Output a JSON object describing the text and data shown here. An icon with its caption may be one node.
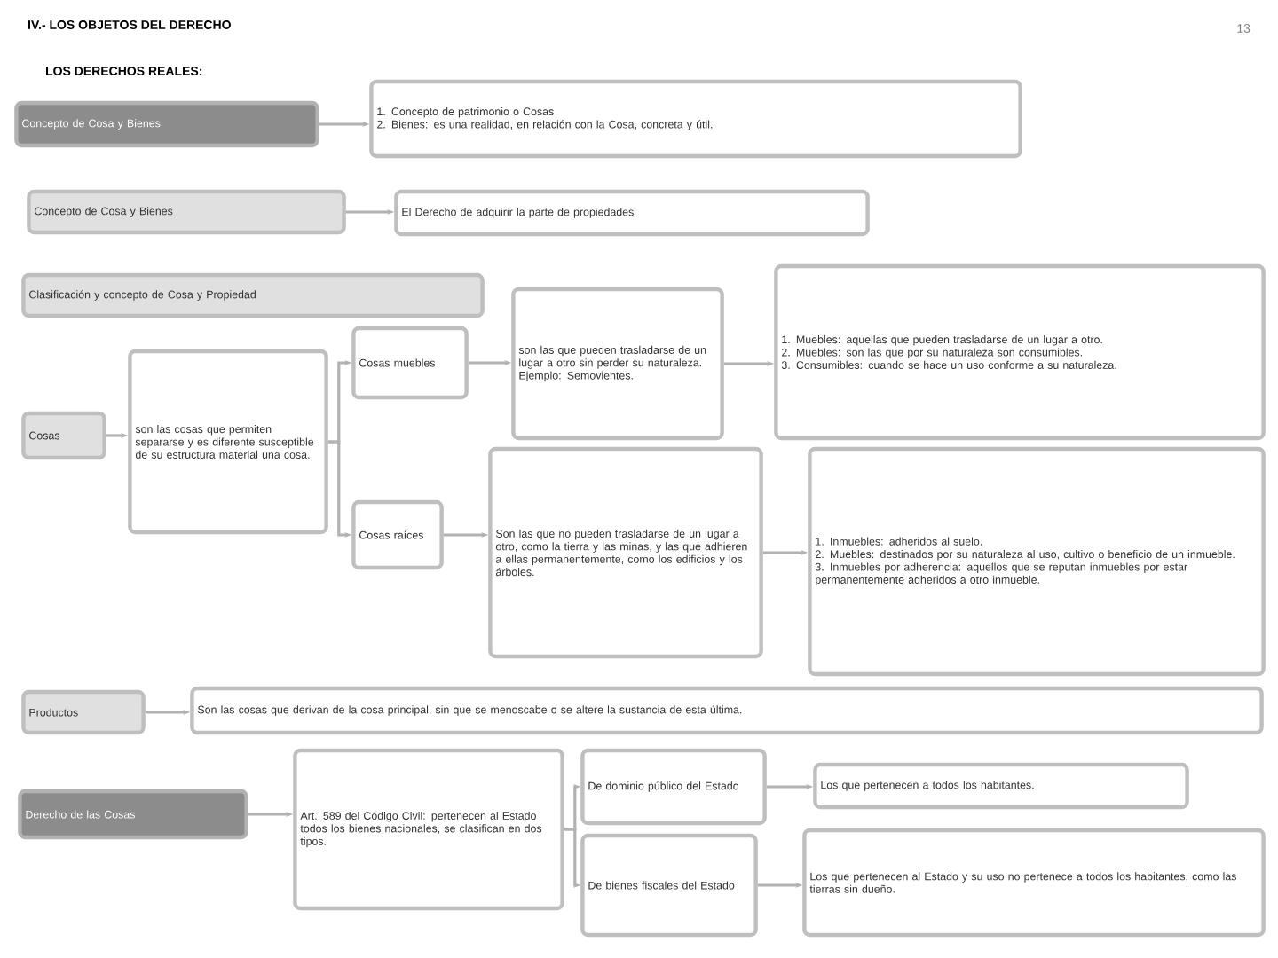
{
  "diagram": {
    "title": "IV.- LOS OBJETOS DEL DERECHO",
    "nodes": [
      {
        "text": [
          "Concepto de Cosa y Bienes"
        ]
      },
      {
        "text": [
          "1. Concepto de patrimonio o Cosas",
          "2. Bienes: es una realidad, en relación con la Cosa, concreta y útil."
        ]
      },
      {
        "text": [
          "Concepto de Cosa y Bienes"
        ]
      },
      {
        "text": [
          "El Derecho de adquirir la parte de propiedades"
        ]
      },
      {
        "text": [
          "Clasificación y concepto de Cosa y Propiedad"
        ]
      },
      {
        "text": [
          "Cosas"
        ]
      },
      {
        "text": [
          "son las cosas que permiten separarse y es diferente susceptible de su estructura material una cosa."
        ]
      },
      {
        "text": [
          "Cosas muebles"
        ]
      },
      {
        "text": [
          "son las que pueden trasladarse de un lugar a otro sin perder su naturaleza. Ejemplo: Semovientes."
        ]
      },
      {
        "text": [
          "Cosas raíces"
        ]
      },
      {
        "text": [
          "1. Muebles: aquellas que pueden trasladarse de un lugar a otro.",
          "2. Muebles: son las que por su naturaleza son consumibles.",
          "3. Consumibles: cuando se hace un uso conforme a su naturaleza."
        ]
      },
      {
        "text": [
          "Son las que no pueden trasladarse de un lugar a otro, como la tierra y las minas, y las que adhieren a ellas permanentemente, como los edificios y los árboles."
        ]
      },
      {
        "text": [
          "1. Inmuebles: adheridos al suelo.",
          "2. Muebles: destinados por su naturaleza al uso, cultivo o beneficio de un inmueble.",
          "3. Inmuebles por adherencia: aquellos que se reputan inmuebles por estar permanentemente adheridos a otro inmueble."
        ]
      },
      {
        "text": [
          "Productos"
        ]
      },
      {
        "text": [
          "Son las cosas que derivan de la cosa principal, sin que se menoscabe o se altere la sustancia de esta última."
        ]
      },
      {
        "text": [
          "Derecho de las Cosas"
        ]
      },
      {
        "text": [
          "Art. 589 del Código Civil: pertenecen al Estado todos los bienes nacionales, se clasifican en dos tipos."
        ]
      },
      {
        "text": [
          "De dominio público del Estado"
        ]
      },
      {
        "text": [
          "Los que pertenecen a todos los habitantes."
        ]
      },
      {
        "text": [
          "De bienes fiscales del Estado"
        ]
      },
      {
        "text": [
          "Los que pertenecen al Estado y su uso no pertenece a todos los habitantes, como las tierras sin dueño."
        ]
      }
    ],
    "edges": [
      {
        "from": 0,
        "to": 1,
        "arrow": "to"
      },
      {
        "from": 2,
        "to": 3,
        "arrow": "to"
      },
      {
        "from": 5,
        "to": 6,
        "arrow": "to"
      },
      {
        "from": 6,
        "to": 7,
        "arrow": "to"
      },
      {
        "from": 6,
        "to": 9,
        "arrow": "to"
      },
      {
        "from": 7,
        "to": 8,
        "arrow": "to"
      },
      {
        "from": 8,
        "to": 10,
        "arrow": "to"
      },
      {
        "from": 9,
        "to": 11,
        "arrow": "to"
      },
      {
        "from": 11,
        "to": 12,
        "arrow": "to"
      },
      {
        "from": 13,
        "to": 14,
        "arrow": "to"
      },
      {
        "from": 15,
        "to": 16,
        "arrow": "to"
      },
      {
        "from": 16,
        "to": 17,
        "arrow": "to"
      },
      {
        "from": 16,
        "to": 19,
        "arrow": "to"
      },
      {
        "from": 17,
        "to": 18,
        "arrow": "to"
      },
      {
        "from": 19,
        "to": 20,
        "arrow": "to"
      }
    ],
    "labels": [
      "LOS DERECHOS REALES:",
      "13"
    ]
  }
}
